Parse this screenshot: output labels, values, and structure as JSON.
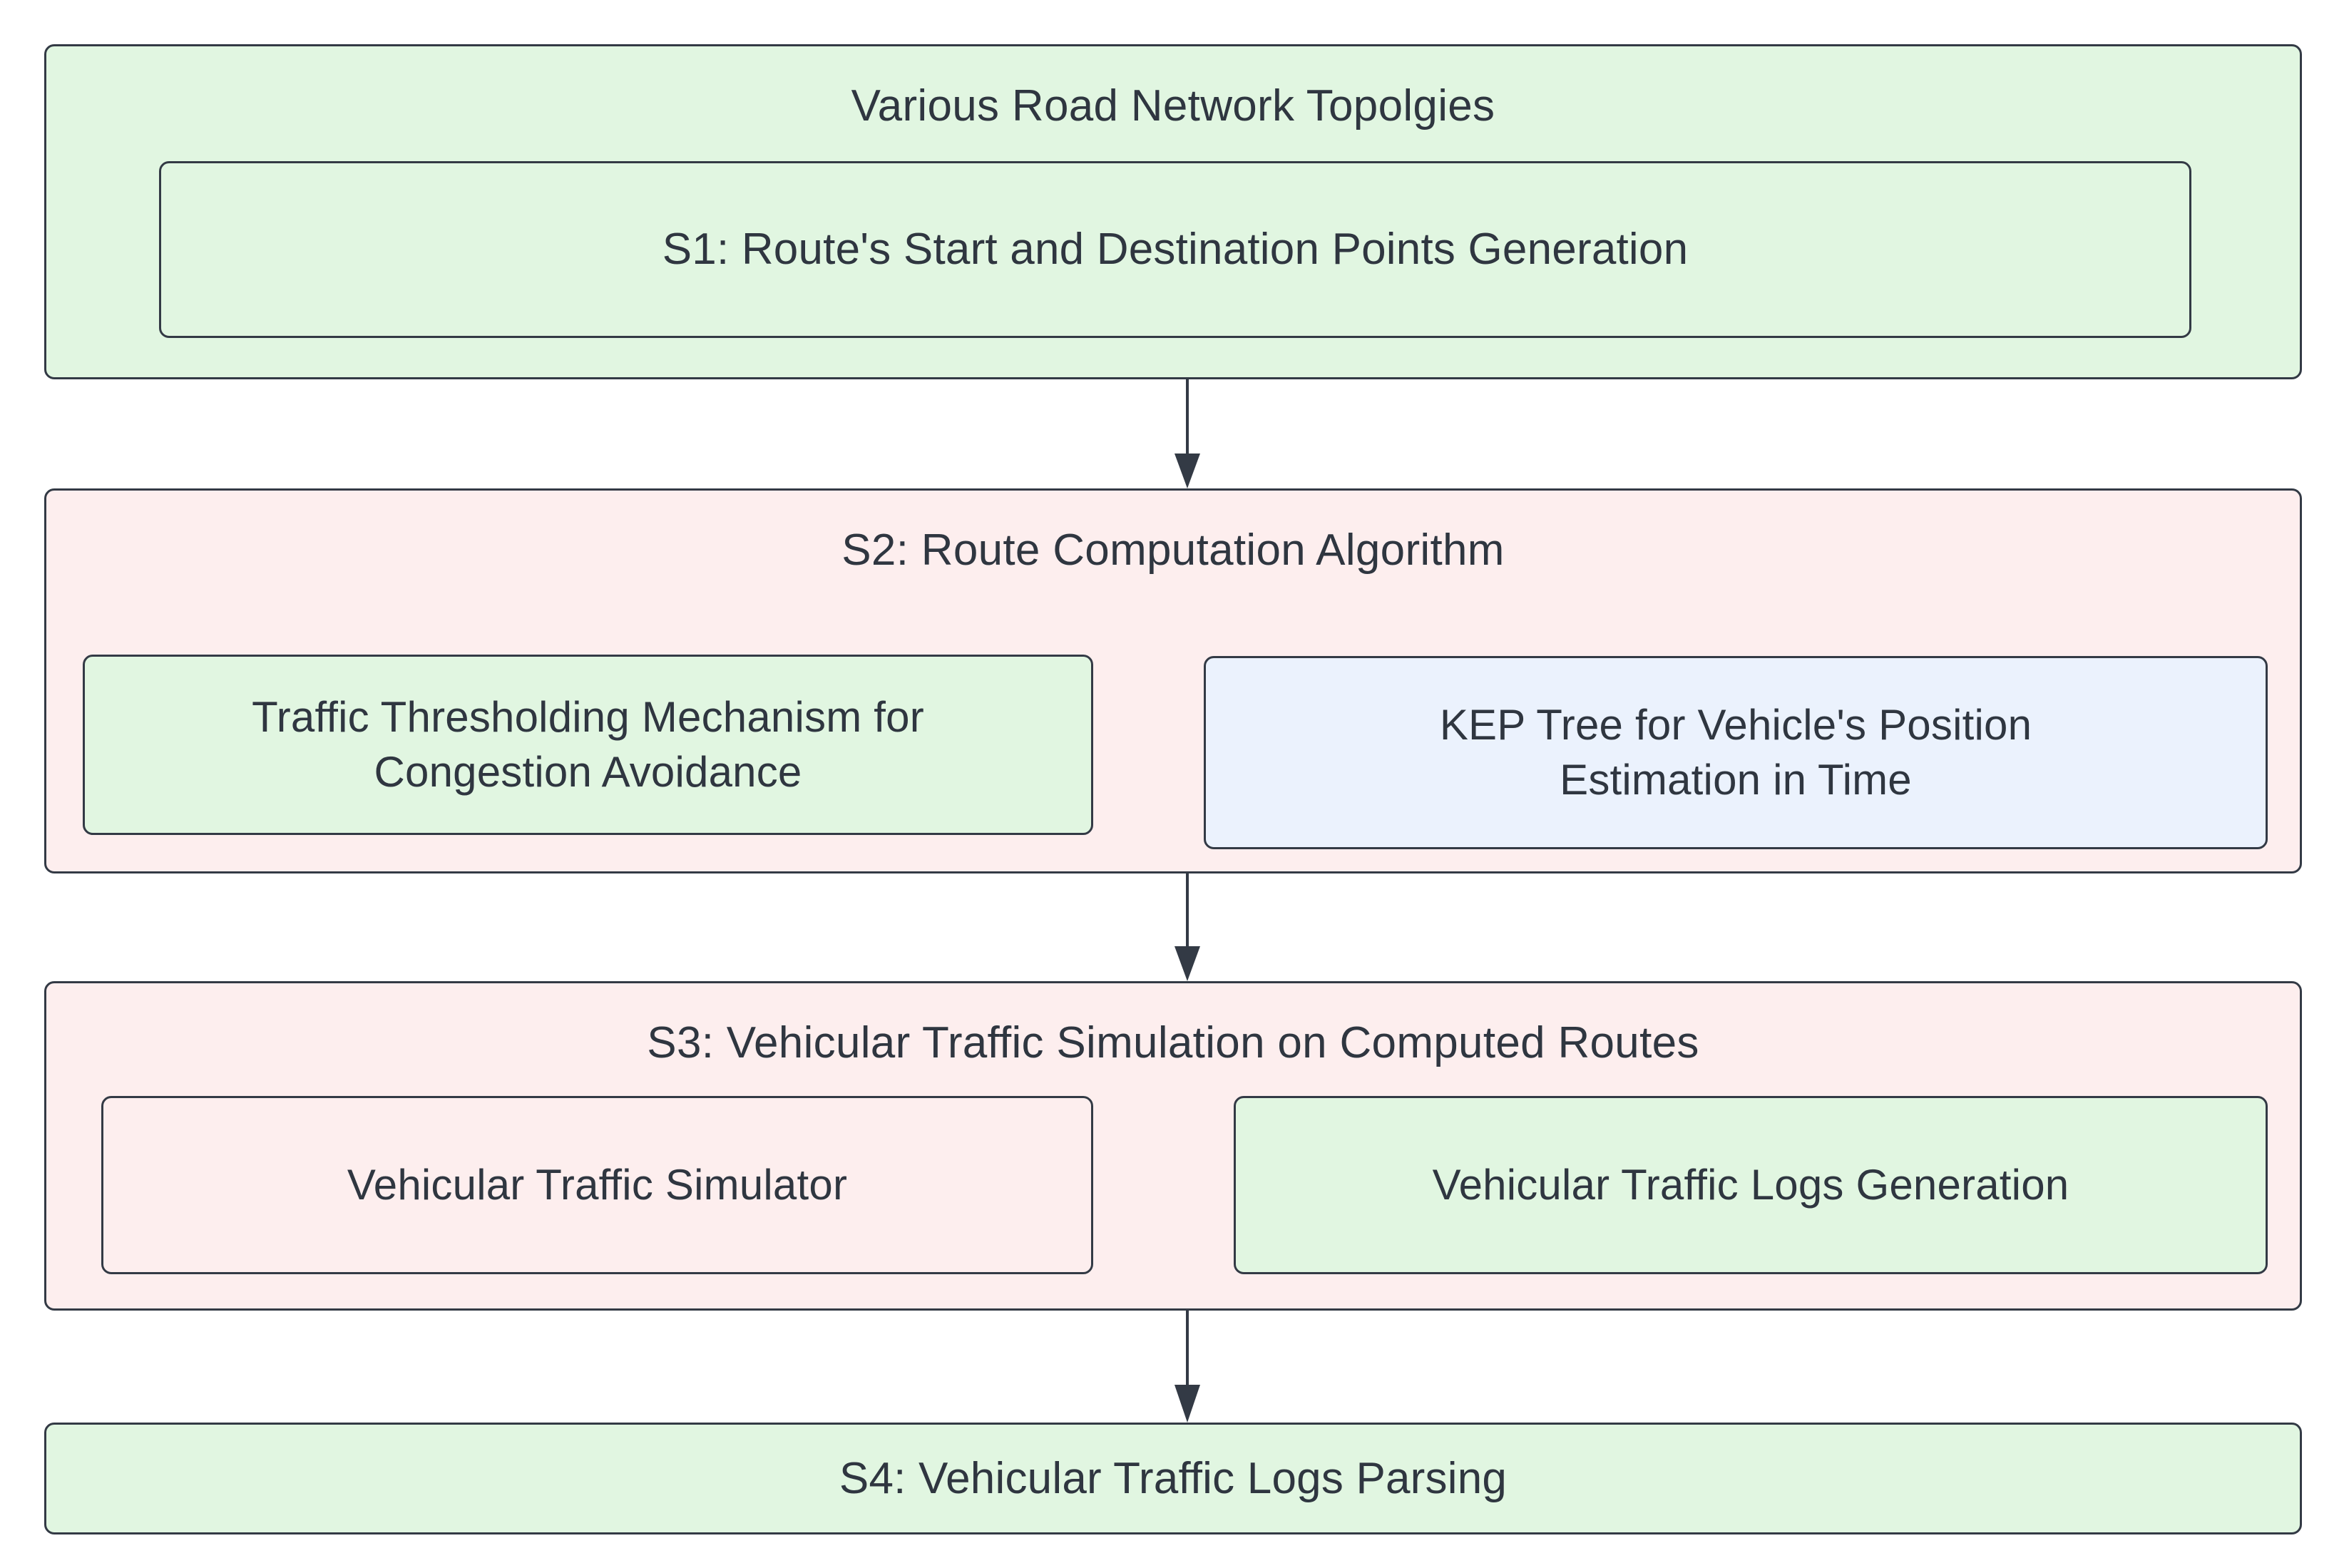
{
  "diagram": {
    "type": "flowchart",
    "direction": "top-to-bottom",
    "colors": {
      "green_fill": "#e1f6e1",
      "pink_fill": "#fdeeee",
      "blue_fill": "#ebf2fd",
      "border": "#333a45",
      "text": "#2f3640",
      "background": "#ffffff"
    },
    "stages": [
      {
        "id": "stage-1",
        "title": "Various Road Network Topolgies",
        "fill": "green",
        "children": [
          {
            "id": "s1-node",
            "label": "S1: Route's Start and Destination Points Generation",
            "fill": "green"
          }
        ]
      },
      {
        "id": "stage-2",
        "title": "S2: Route Computation Algorithm",
        "fill": "pink",
        "children": [
          {
            "id": "s2-node-left",
            "label": "Traffic Thresholding Mechanism for\nCongestion Avoidance",
            "fill": "green"
          },
          {
            "id": "s2-node-right",
            "label": "KEP Tree for Vehicle's Position\nEstimation in Time",
            "fill": "blue"
          }
        ]
      },
      {
        "id": "stage-3",
        "title": "S3: Vehicular Traffic Simulation on Computed Routes",
        "fill": "pink",
        "children": [
          {
            "id": "s3-node-left",
            "label": "Vehicular Traffic Simulator",
            "fill": "pink"
          },
          {
            "id": "s3-node-right",
            "label": "Vehicular Traffic Logs Generation",
            "fill": "green"
          }
        ]
      },
      {
        "id": "stage-4",
        "title": "S4: Vehicular Traffic Logs Parsing",
        "fill": "green",
        "children": []
      }
    ],
    "edges": [
      {
        "id": "edge-1-2",
        "from": "stage-1",
        "to": "stage-2"
      },
      {
        "id": "edge-2-3",
        "from": "stage-2",
        "to": "stage-3"
      },
      {
        "id": "edge-3-4",
        "from": "stage-3",
        "to": "stage-4"
      }
    ]
  }
}
